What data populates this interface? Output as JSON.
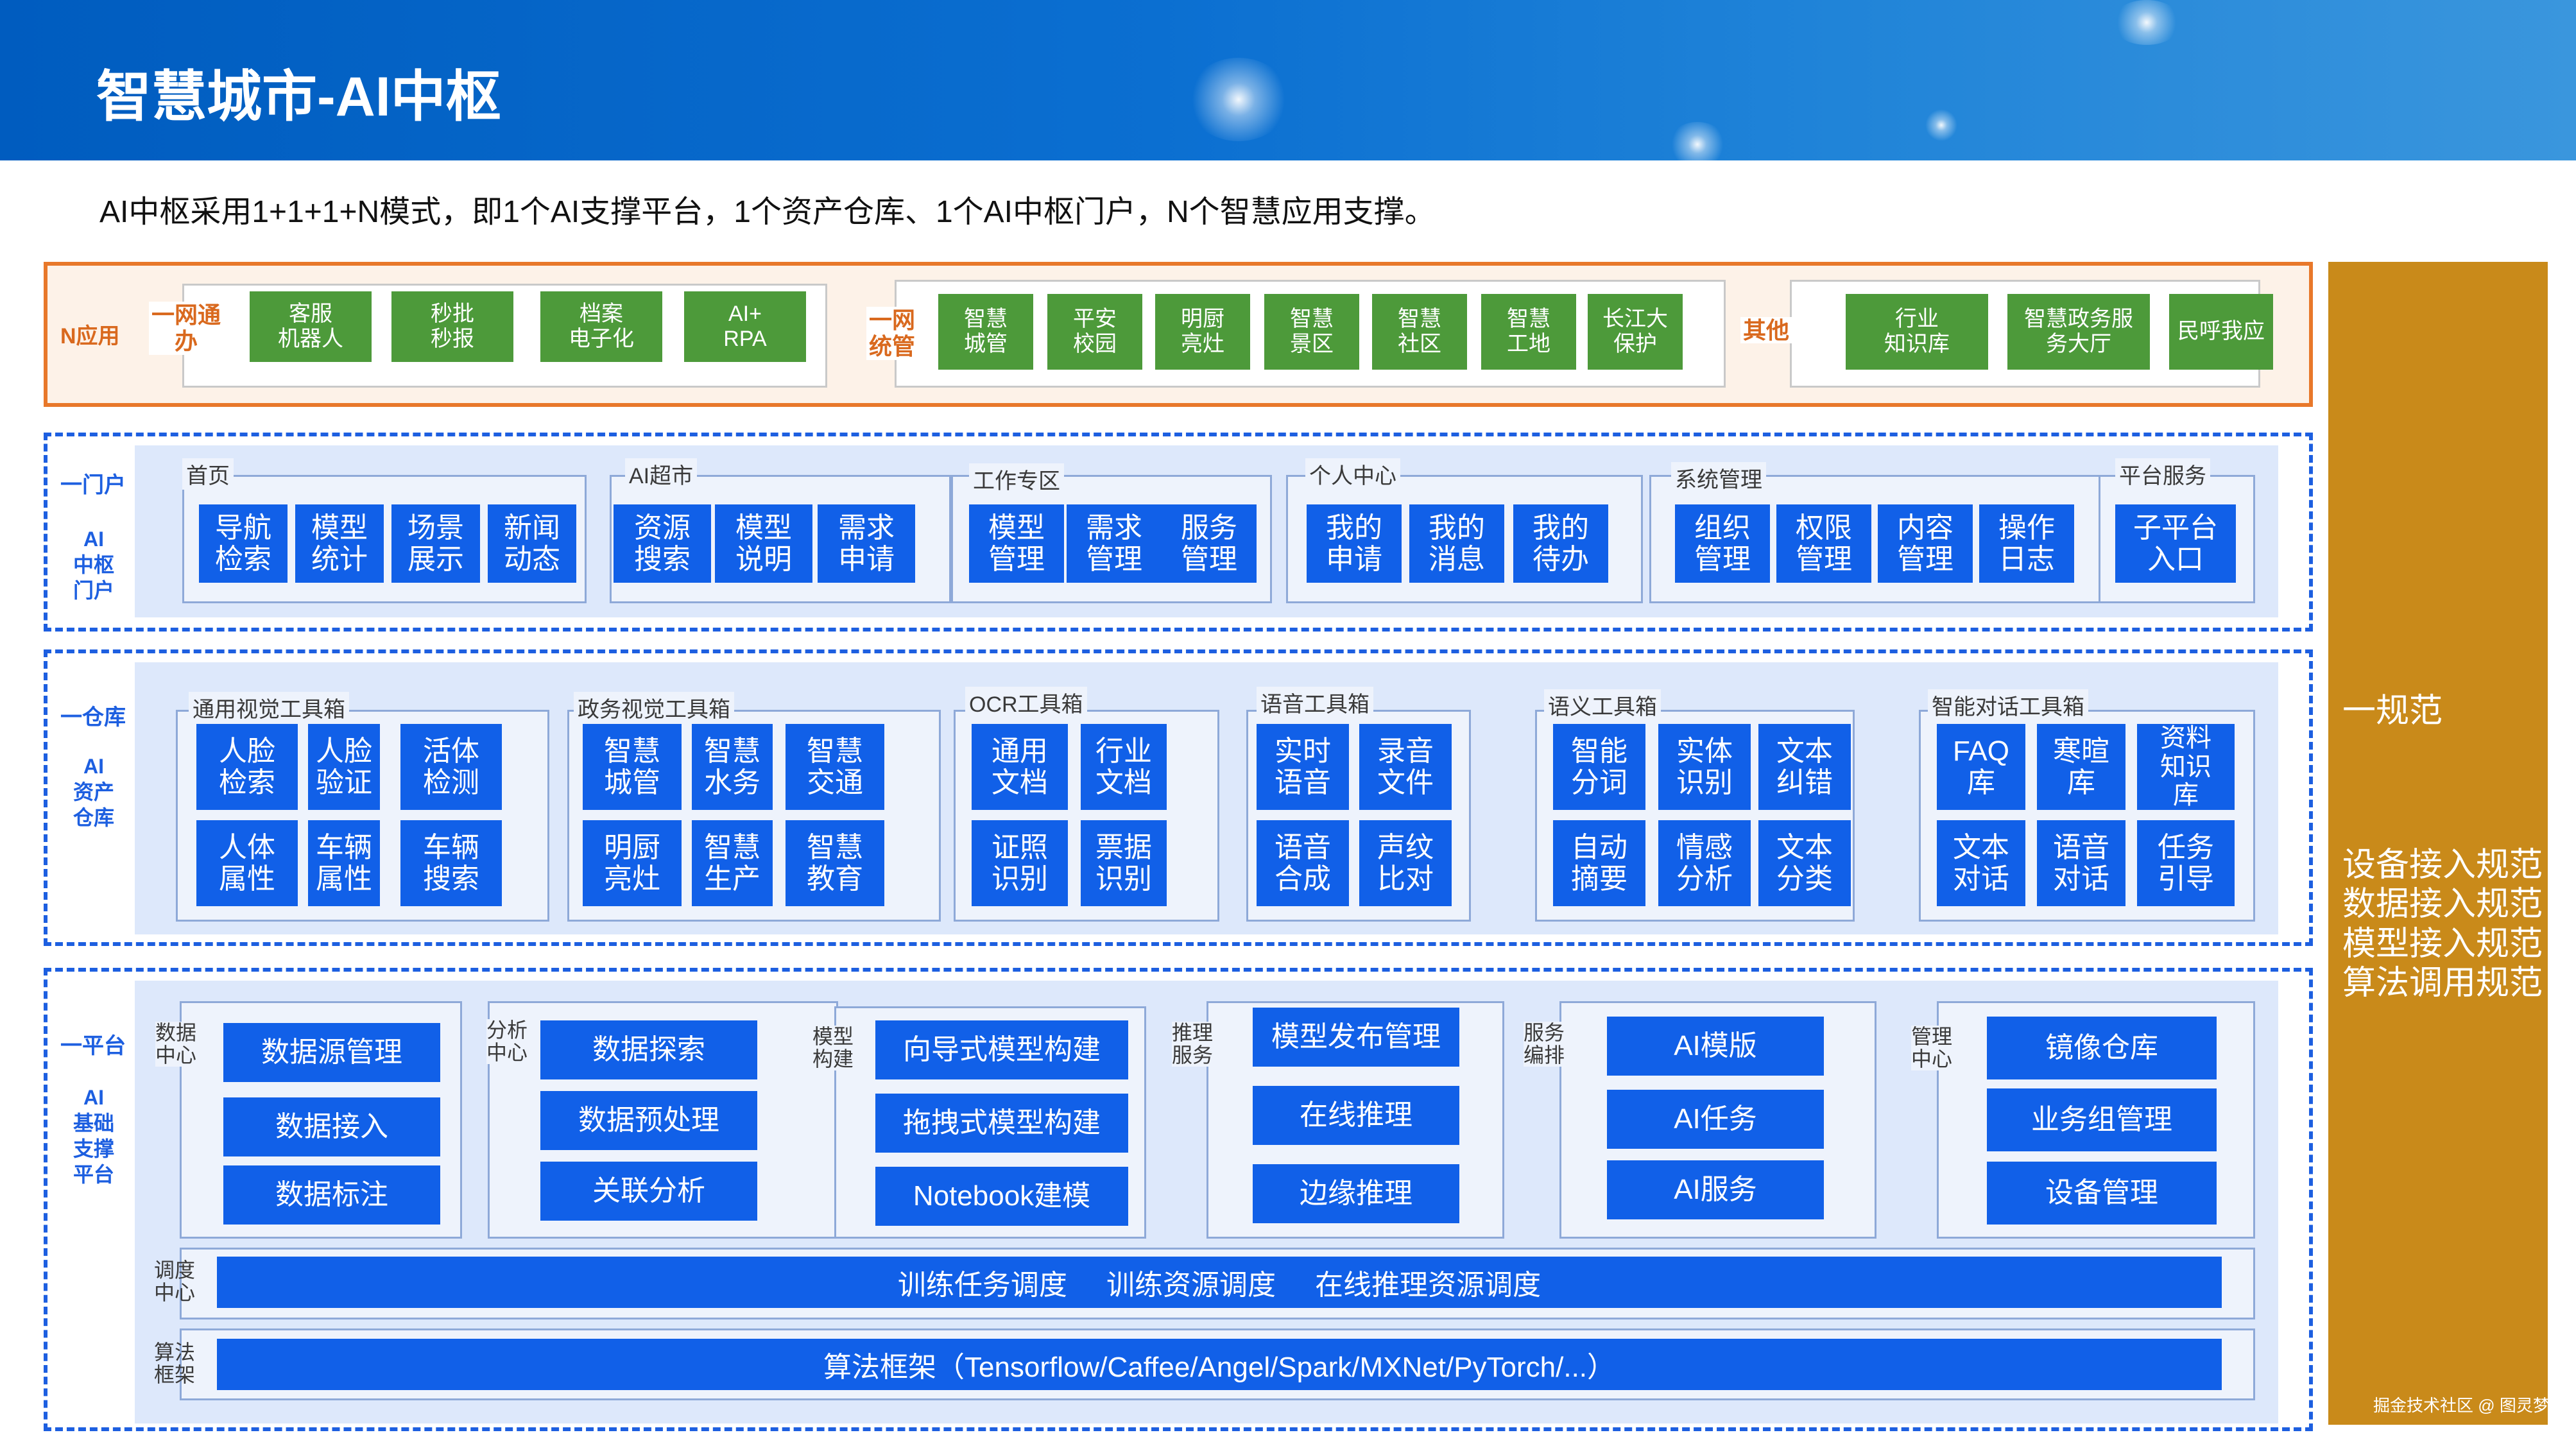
{
  "header": {
    "title": "智慧城市-AI中枢"
  },
  "intro": "AI中枢采用1+1+1+N模式，即1个AI支撑平台，1个资产仓库、1个AI中枢门户，N个智慧应用支撑。",
  "napp": {
    "label": "N应用",
    "groups": [
      {
        "title": "一网通\n办",
        "items": [
          "客服\n机器人",
          "秒批\n秒报",
          "档案\n电子化",
          "AI+\nRPA"
        ]
      },
      {
        "title": "一网\n统管",
        "items": [
          "智慧\n城管",
          "平安\n校园",
          "明厨\n亮灶",
          "智慧\n景区",
          "智慧\n社区",
          "智慧\n工地",
          "长江大\n保护"
        ]
      },
      {
        "title": "其他",
        "items": [
          "行业\n知识库",
          "智慧政务服\n务大厅",
          "民呼我应"
        ]
      }
    ]
  },
  "portal": {
    "label": "一门户",
    "sub": "AI\n中枢\n门户",
    "groups": [
      {
        "title": "首页",
        "items": [
          "导航\n检索",
          "模型\n统计",
          "场景\n展示",
          "新闻\n动态"
        ]
      },
      {
        "title": "AI超市",
        "items": [
          "资源\n搜索",
          "模型\n说明",
          "需求\n申请"
        ]
      },
      {
        "title": "工作专区",
        "items": [
          "模型\n管理",
          "需求\n管理",
          "服务\n管理"
        ]
      },
      {
        "title": "个人中心",
        "items": [
          "我的\n申请",
          "我的\n消息",
          "我的\n待办"
        ]
      },
      {
        "title": "系统管理",
        "items": [
          "组织\n管理",
          "权限\n管理",
          "内容\n管理",
          "操作\n日志"
        ]
      },
      {
        "title": "平台服务",
        "items": [
          "子平台\n入口"
        ]
      }
    ]
  },
  "warehouse": {
    "label": "一仓库",
    "sub": "AI\n资产\n仓库",
    "groups": [
      {
        "title": "通用视觉工具箱",
        "items": [
          "人脸\n检索",
          "人脸\n验证",
          "活体\n检测",
          "人体\n属性",
          "车辆\n属性",
          "车辆\n搜索"
        ]
      },
      {
        "title": "政务视觉工具箱",
        "items": [
          "智慧\n城管",
          "智慧\n水务",
          "智慧\n交通",
          "明厨\n亮灶",
          "智慧\n生产",
          "智慧\n教育"
        ]
      },
      {
        "title": "OCR工具箱",
        "items": [
          "通用\n文档",
          "行业\n文档",
          "证照\n识别",
          "票据\n识别"
        ]
      },
      {
        "title": "语音工具箱",
        "items": [
          "实时\n语音",
          "录音\n文件",
          "语音\n合成",
          "声纹\n比对"
        ]
      },
      {
        "title": "语义工具箱",
        "items": [
          "智能\n分词",
          "实体\n识别",
          "文本\n纠错",
          "自动\n摘要",
          "情感\n分析",
          "文本\n分类"
        ]
      },
      {
        "title": "智能对话工具箱",
        "items": [
          "FAQ\n库",
          "寒暄\n库",
          "资料\n知识\n库",
          "文本\n对话",
          "语音\n对话",
          "任务\n引导"
        ]
      }
    ]
  },
  "platform": {
    "label": "一平台",
    "sub": "AI\n基础\n支撑\n平台",
    "groups": [
      {
        "title": "数据\n中心",
        "items": [
          "数据源管理",
          "数据接入",
          "数据标注"
        ]
      },
      {
        "title": "分析\n中心",
        "items": [
          "数据探索",
          "数据预处理",
          "关联分析"
        ]
      },
      {
        "title": "模型\n构建",
        "items": [
          "向导式模型构建",
          "拖拽式模型构建",
          "Notebook建模"
        ]
      },
      {
        "title": "推理\n服务",
        "items": [
          "模型发布管理",
          "在线推理",
          "边缘推理"
        ]
      },
      {
        "title": "服务\n编排",
        "items": [
          "AI模版",
          "AI任务",
          "AI服务"
        ]
      },
      {
        "title": "管理\n中心",
        "items": [
          "镜像仓库",
          "业务组管理",
          "设备管理"
        ]
      }
    ],
    "schedule_label": "调度\n中心",
    "schedule_text": "训练任务调度     训练资源调度     在线推理资源调度",
    "algo_label": "算法\n框架",
    "algo_text": "算法框架（Tensorflow/Caffee/Angel/Spark/MXNet/PyTorch/...）"
  },
  "norms": {
    "title": "一规范",
    "items": "设备接入规范\n数据接入规范\n模型接入规范\n算法调用规范"
  },
  "watermark": "掘金技术社区 @ 图灵梦"
}
